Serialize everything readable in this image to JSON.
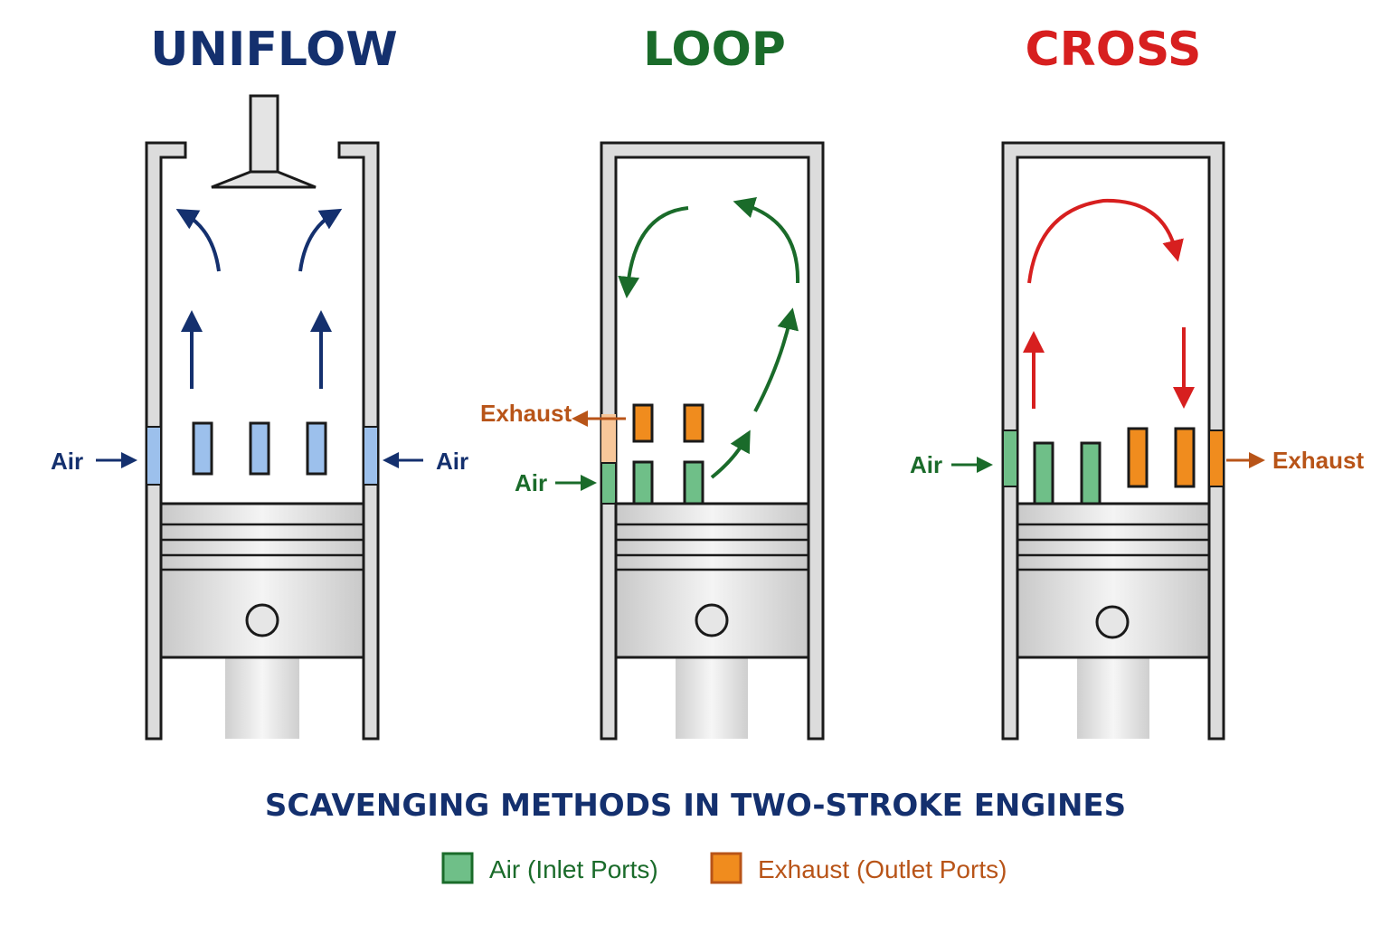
{
  "colors": {
    "uniflow": "#14306e",
    "loop": "#1a6b2a",
    "cross": "#d71f1f",
    "exhaust_text": "#b85418",
    "air_port": "#6fbf88",
    "exhaust_port": "#f08c1e",
    "uniflow_port": "#9cc0ec",
    "wall": "#d8d8d8",
    "outline": "#1a1a1a",
    "caption": "#14306e"
  },
  "panels": {
    "uniflow": {
      "title": "UNIFLOW",
      "air_left": "Air",
      "air_right": "Air"
    },
    "loop": {
      "title": "LOOP",
      "exhaust": "Exhaust",
      "air": "Air"
    },
    "cross": {
      "title": "CROSS",
      "air": "Air",
      "exhaust": "Exhaust"
    }
  },
  "caption": "SCAVENGING METHODS IN TWO-STROKE ENGINES",
  "legend": {
    "air": "Air (Inlet Ports)",
    "exhaust": "Exhaust (Outlet Ports)"
  }
}
